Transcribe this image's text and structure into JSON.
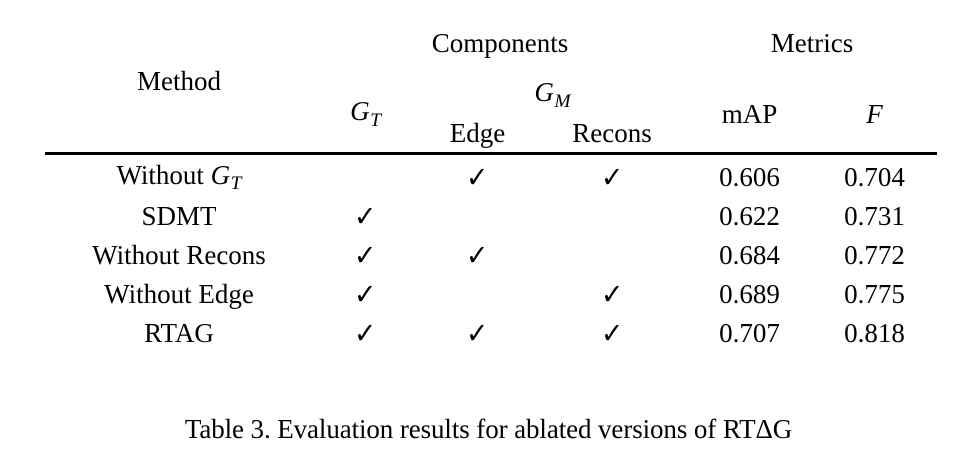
{
  "table": {
    "header": {
      "method": "Method",
      "components": "Components",
      "metrics": "Metrics",
      "g_t": "G",
      "g_t_sub": "T",
      "g_m": "G",
      "g_m_sub": "M",
      "edge": "Edge",
      "recons": "Recons",
      "map": "mAP",
      "f": "F"
    },
    "check_glyph": "✓",
    "rows": [
      {
        "method_prefix": "Without ",
        "method_math": "G",
        "method_math_sub": "T",
        "method_suffix": "",
        "g_t": false,
        "edge": true,
        "recons": true,
        "map": "0.606",
        "f": "0.704"
      },
      {
        "method_prefix": "SDMT",
        "method_math": "",
        "method_math_sub": "",
        "method_suffix": "",
        "g_t": true,
        "edge": false,
        "recons": false,
        "map": "0.622",
        "f": "0.731"
      },
      {
        "method_prefix": "Without Recons",
        "method_math": "",
        "method_math_sub": "",
        "method_suffix": "",
        "g_t": true,
        "edge": true,
        "recons": false,
        "map": "0.684",
        "f": "0.772"
      },
      {
        "method_prefix": "Without Edge",
        "method_math": "",
        "method_math_sub": "",
        "method_suffix": "",
        "g_t": true,
        "edge": false,
        "recons": true,
        "map": "0.689",
        "f": "0.775"
      },
      {
        "method_prefix": "RTAG",
        "method_math": "",
        "method_math_sub": "",
        "method_suffix": "",
        "g_t": true,
        "edge": true,
        "recons": true,
        "map": "0.707",
        "f": "0.818"
      }
    ]
  },
  "caption": {
    "text": "Table 3. Evaluation results for ablated versions of RTΔG"
  },
  "colors": {
    "ink": "#000000",
    "paper": "#ffffff"
  }
}
